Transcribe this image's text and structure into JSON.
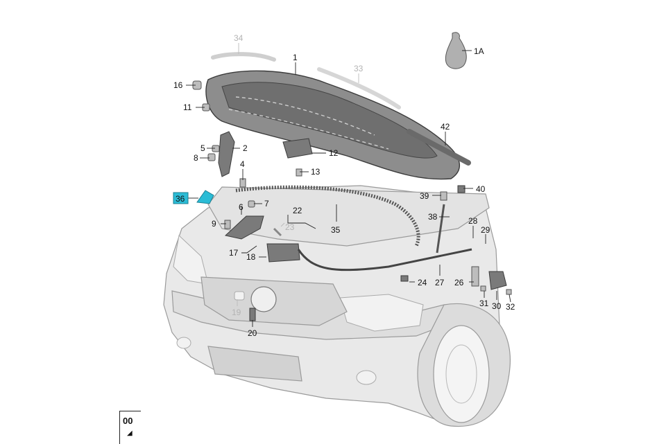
{
  "diagram": {
    "callouts": [
      {
        "id": "c34",
        "text": "34",
        "faded": true
      },
      {
        "id": "c1",
        "text": "1",
        "faded": false
      },
      {
        "id": "c33",
        "text": "33",
        "faded": true
      },
      {
        "id": "c1A",
        "text": "1A",
        "faded": false
      },
      {
        "id": "c16",
        "text": "16",
        "faded": false
      },
      {
        "id": "c11",
        "text": "11",
        "faded": false
      },
      {
        "id": "c42",
        "text": "42",
        "faded": false
      },
      {
        "id": "c5",
        "text": "5",
        "faded": false
      },
      {
        "id": "c2",
        "text": "2",
        "faded": false
      },
      {
        "id": "c8",
        "text": "8",
        "faded": false
      },
      {
        "id": "c12",
        "text": "12",
        "faded": false
      },
      {
        "id": "c4",
        "text": "4",
        "faded": false
      },
      {
        "id": "c13",
        "text": "13",
        "faded": false
      },
      {
        "id": "c36",
        "text": "36",
        "faded": false,
        "highlighted": true
      },
      {
        "id": "c6",
        "text": "6",
        "faded": false
      },
      {
        "id": "c7",
        "text": "7",
        "faded": false
      },
      {
        "id": "c39",
        "text": "39",
        "faded": false
      },
      {
        "id": "c40",
        "text": "40",
        "faded": false
      },
      {
        "id": "c22",
        "text": "22",
        "faded": false
      },
      {
        "id": "c9",
        "text": "9",
        "faded": false
      },
      {
        "id": "c23",
        "text": "23",
        "faded": true
      },
      {
        "id": "c35",
        "text": "35",
        "faded": false
      },
      {
        "id": "c38",
        "text": "38",
        "faded": false
      },
      {
        "id": "c28",
        "text": "28",
        "faded": false
      },
      {
        "id": "c29",
        "text": "29",
        "faded": false
      },
      {
        "id": "c17",
        "text": "17",
        "faded": false
      },
      {
        "id": "c18",
        "text": "18",
        "faded": false
      },
      {
        "id": "c24",
        "text": "24",
        "faded": false
      },
      {
        "id": "c27",
        "text": "27",
        "faded": false
      },
      {
        "id": "c26",
        "text": "26",
        "faded": false
      },
      {
        "id": "c31",
        "text": "31",
        "faded": false
      },
      {
        "id": "c30",
        "text": "30",
        "faded": false
      },
      {
        "id": "c32",
        "text": "32",
        "faded": false
      },
      {
        "id": "c19",
        "text": "19",
        "faded": true
      },
      {
        "id": "c20",
        "text": "20",
        "faded": false
      }
    ],
    "highlight_color": "#2bbcd6",
    "corner_text": "00"
  }
}
